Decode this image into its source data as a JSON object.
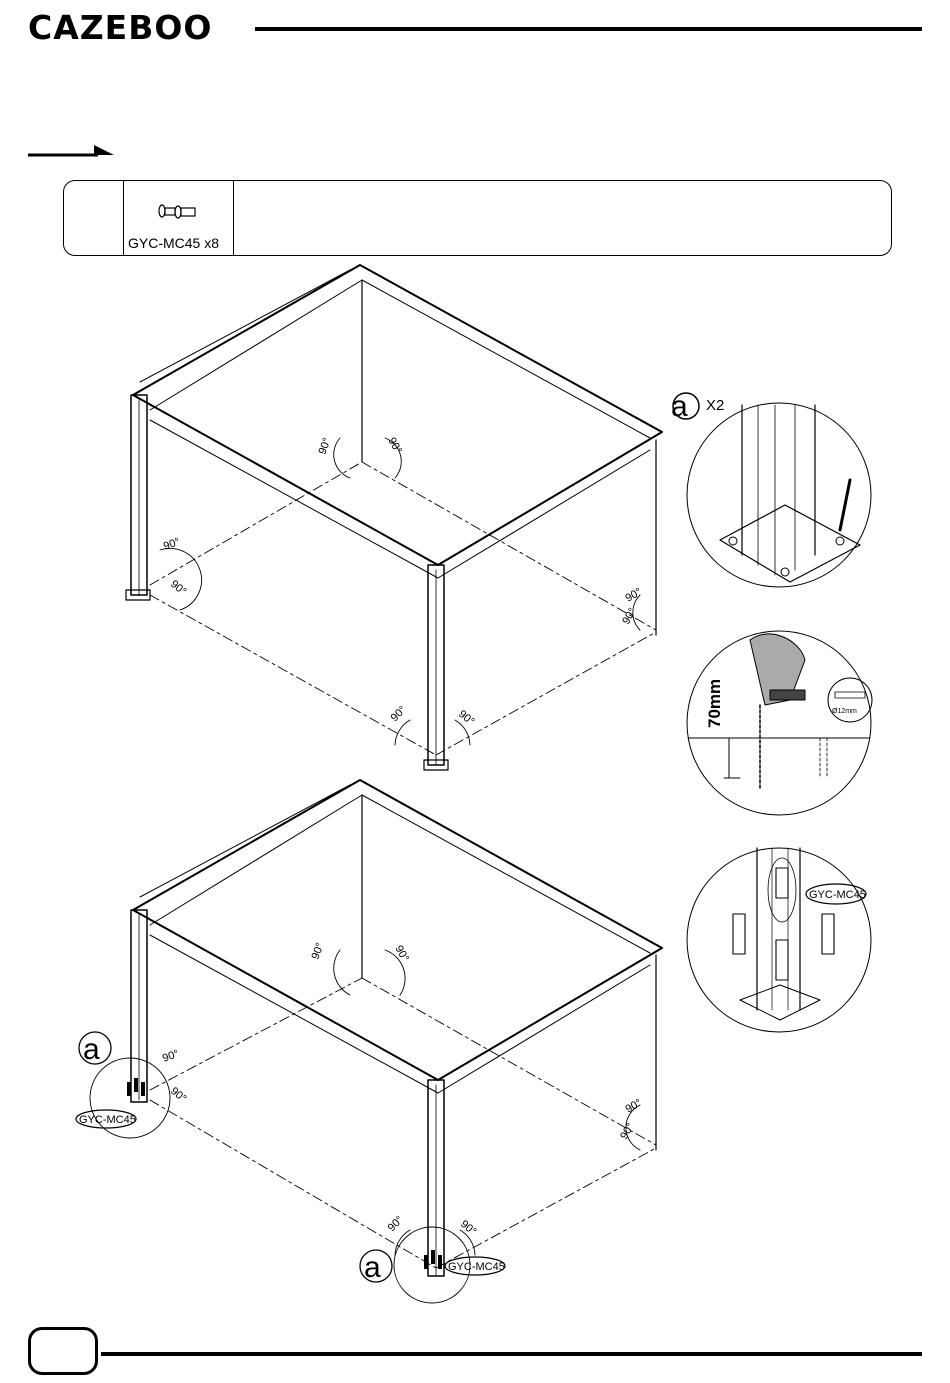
{
  "brand": {
    "logo_text": "CAZEBOO"
  },
  "parts": {
    "code": "GYC-MC45",
    "quantity": "x8",
    "code_qty": "GYC-MC45 x8"
  },
  "detail": {
    "marker": "a",
    "multiplier": "X2",
    "drill_depth": "70mm",
    "drill_diameter": "Ø12mm",
    "anchor_code": "GYC-MC45"
  },
  "angle_label": "90°"
}
